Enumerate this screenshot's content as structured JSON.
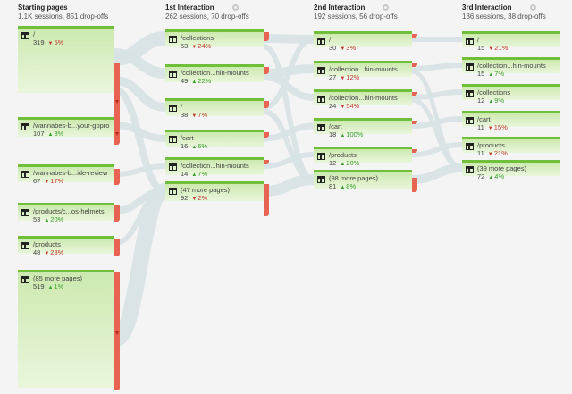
{
  "columns": [
    {
      "title": "Starting pages",
      "stats": "1.1K sessions, 851 drop-offs",
      "has_gear": false
    },
    {
      "title": "1st Interaction",
      "stats": "262 sessions, 70 drop-offs",
      "has_gear": true
    },
    {
      "title": "2nd Interaction",
      "stats": "192 sessions, 56 drop-offs",
      "has_gear": true
    },
    {
      "title": "3rd Interaction",
      "stats": "136 sessions, 38 drop-offs",
      "has_gear": true
    }
  ],
  "nodes": {
    "start": [
      {
        "page": "/",
        "sessions": "319",
        "change": "5%",
        "dir": "down"
      },
      {
        "page": "/wannabes-b...your-gopro",
        "sessions": "107",
        "change": "3%",
        "dir": "up"
      },
      {
        "page": "/wannabes-b...ide-review",
        "sessions": "67",
        "change": "17%",
        "dir": "down"
      },
      {
        "page": "/products/c...os-helmets",
        "sessions": "53",
        "change": "20%",
        "dir": "up"
      },
      {
        "page": "/products",
        "sessions": "48",
        "change": "23%",
        "dir": "down"
      },
      {
        "page": "(85 more pages)",
        "sessions": "519",
        "change": "1%",
        "dir": "up"
      }
    ],
    "i1": [
      {
        "page": "/collections",
        "sessions": "53",
        "change": "24%",
        "dir": "down"
      },
      {
        "page": "/collection...hin-mounts",
        "sessions": "49",
        "change": "22%",
        "dir": "up"
      },
      {
        "page": "/",
        "sessions": "38",
        "change": "7%",
        "dir": "down"
      },
      {
        "page": "/cart",
        "sessions": "16",
        "change": "6%",
        "dir": "up"
      },
      {
        "page": "/collection...hin-mounts",
        "sessions": "14",
        "change": "7%",
        "dir": "up"
      },
      {
        "page": "(47 more pages)",
        "sessions": "92",
        "change": "2%",
        "dir": "down"
      }
    ],
    "i2": [
      {
        "page": "/",
        "sessions": "30",
        "change": "3%",
        "dir": "down"
      },
      {
        "page": "/collection...hin-mounts",
        "sessions": "27",
        "change": "12%",
        "dir": "down"
      },
      {
        "page": "/collection...hin-mounts",
        "sessions": "24",
        "change": "54%",
        "dir": "down"
      },
      {
        "page": "/cart",
        "sessions": "18",
        "change": "100%",
        "dir": "up"
      },
      {
        "page": "/products",
        "sessions": "12",
        "change": "20%",
        "dir": "up"
      },
      {
        "page": "(38 more pages)",
        "sessions": "81",
        "change": "8%",
        "dir": "up"
      }
    ],
    "i3": [
      {
        "page": "/",
        "sessions": "15",
        "change": "21%",
        "dir": "down"
      },
      {
        "page": "/collection...hin-mounts",
        "sessions": "15",
        "change": "7%",
        "dir": "up"
      },
      {
        "page": "/collections",
        "sessions": "12",
        "change": "9%",
        "dir": "up"
      },
      {
        "page": "/cart",
        "sessions": "11",
        "change": "15%",
        "dir": "down"
      },
      {
        "page": "/products",
        "sessions": "11",
        "change": "21%",
        "dir": "down"
      },
      {
        "page": "(39 more pages)",
        "sessions": "72",
        "change": "4%",
        "dir": "up"
      }
    ]
  },
  "colors": {
    "node": "#d2ecb8",
    "node_border": "#6fbf3a",
    "dropoff": "#e86452",
    "flow": "#d7e2e6",
    "up": "#3a9e2a",
    "down": "#c0392b"
  }
}
